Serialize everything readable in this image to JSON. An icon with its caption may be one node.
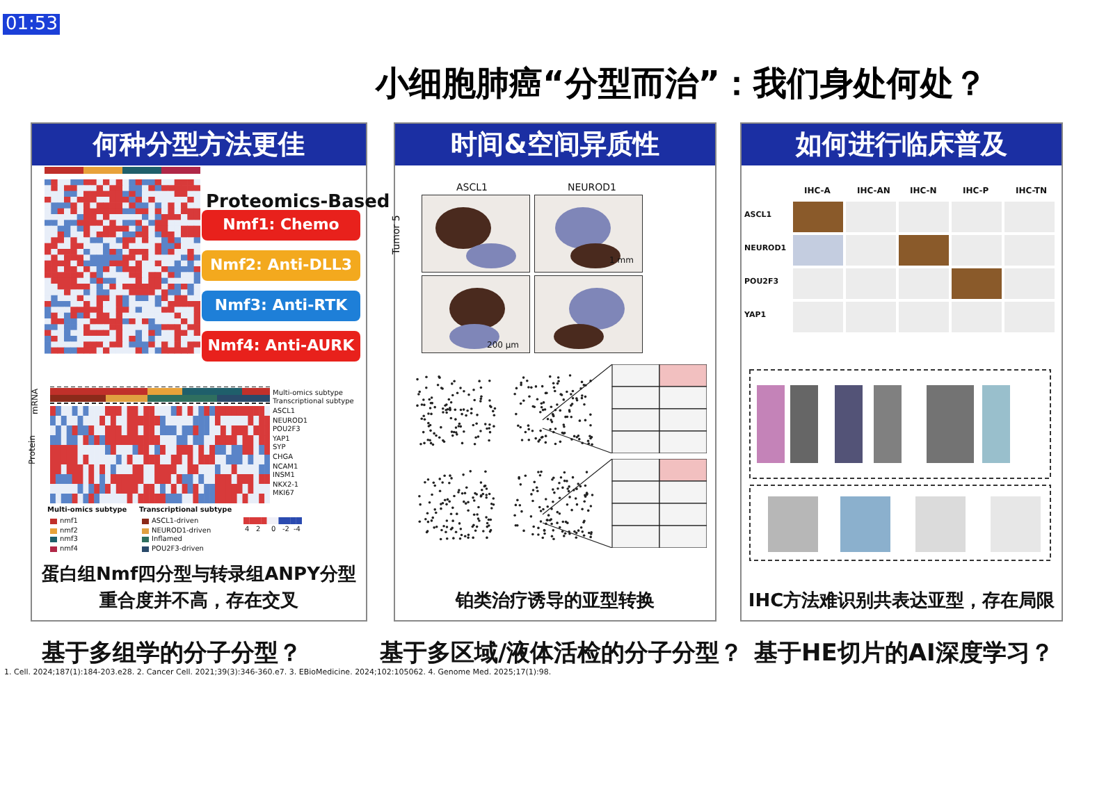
{
  "diagram": {
    "title": "小细胞肺癌“分型而治”：我们身处何处？",
    "nodes": [
      {
        "text": [
          "何种分型方法更佳",
          "蛋白组Nmf四分型与转录组ANPY分型重合度并不高，存在交叉"
        ]
      },
      {
        "text": [
          "Nmf1: Chemo"
        ],
        "in": 0
      },
      {
        "text": [
          "Nmf2: Anti-DLL3"
        ],
        "in": 0
      },
      {
        "text": [
          "Nmf3: Anti-RTK"
        ],
        "in": 0
      },
      {
        "text": [
          "Nmf4: Anti-AURK"
        ],
        "in": 0
      },
      {
        "text": [
          "时间&空间异质性",
          "铂类治疗诱导的亚型转换"
        ]
      },
      {
        "text": [
          "如何进行临床普及",
          "IHC方法难识别共表达亚型，存在局限"
        ]
      }
    ],
    "labels": [
      "01:53",
      "Proteomics-Based",
      "Multi-omics subtype",
      "Transcriptional subtype",
      "mRNA",
      "Protein",
      "ASCL1",
      "NEUROD1",
      "POU2F3",
      "YAP1",
      "SYP",
      "CHGA",
      "NCAM1",
      "INSM1",
      "NKX2-1",
      "MKI67",
      "4",
      "2",
      "0",
      "-2",
      "-4",
      "Multi-omics subtype",
      "Transcriptional subtype",
      "ASCL1",
      "NEUROD1",
      "Tumor 5",
      "1 mm",
      "200 μm",
      "IHC-A",
      "IHC-AN",
      "IHC-N",
      "IHC-P",
      "IHC-TN",
      "ASCL1",
      "NEUROD1",
      "POU2F3",
      "YAP1",
      "基于**多组学**的分子分型？",
      "基于**多区域/液体活检**的分子分型？",
      "基于HE切片的**AI深度学习**？",
      "1. Cell. 2024;187(1):184-203.e28. 2. Cancer Cell. 2021;39(3):346-360.e7. 3. EBioMedicine. 2024;102:105062. 4. Genome Med. 2025;17(1):98."
    ],
    "legend": [
      {
        "text": "nmf1",
        "color": "#c0302a"
      },
      {
        "text": "nmf2",
        "color": "#e8a23a"
      },
      {
        "text": "nmf3",
        "color": "#1f5f6b"
      },
      {
        "text": "nmf4",
        "color": "#b02848"
      },
      {
        "text": "ASCL1-driven",
        "color": "#8b2a1a"
      },
      {
        "text": "NEUROD1-driven",
        "color": "#e0a040"
      },
      {
        "text": "Inflamed",
        "color": "#2f6f5f"
      },
      {
        "text": "POU2F3-driven",
        "color": "#2a4a6a"
      }
    ]
  }
}
